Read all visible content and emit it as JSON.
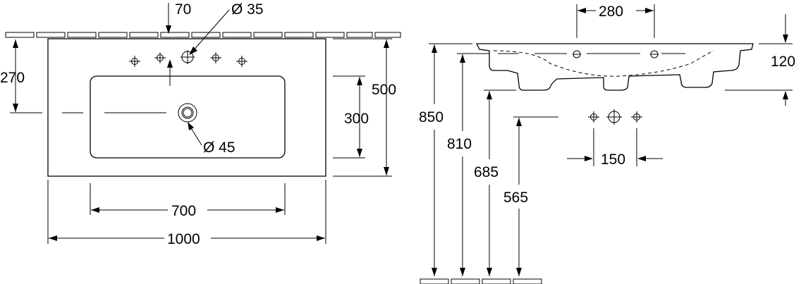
{
  "plan_view": {
    "dims": {
      "tap_offset": "70",
      "tap_hole": "Ø 35",
      "tap_depth": "270",
      "overall_depth": "500",
      "bowl_depth": "300",
      "drain": "Ø 45",
      "bowl_width": "700",
      "overall_width": "1000"
    }
  },
  "section_view": {
    "dims": {
      "tap_spacing": "280",
      "basin_height": "120",
      "rim_height": "850",
      "underside_height": "810",
      "waste_height": "685",
      "supply_height": "565",
      "supply_spacing": "150"
    }
  },
  "colors": {
    "line": "#000000",
    "background": "#ffffff"
  }
}
